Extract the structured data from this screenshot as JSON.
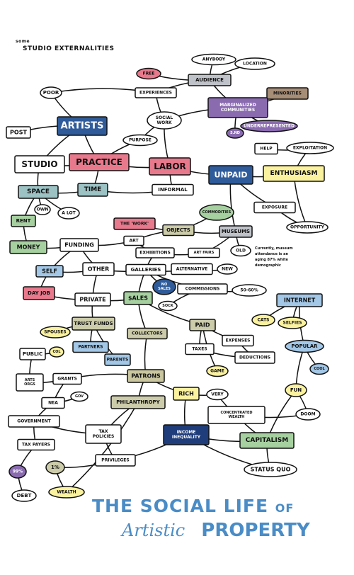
{
  "heading": {
    "small": "some",
    "main": "STUDIO EXTERNALITIES"
  },
  "title": {
    "line1": "THE SOCIAL LIFE",
    "of": "OF",
    "artistic": "Artistic",
    "property": "PROPERTY"
  },
  "colors": {
    "blue": "#2f5b9a",
    "pink": "#e8798c",
    "teal": "#9cc2c4",
    "green": "#a6d0a0",
    "purple": "#8a6bb0",
    "yellow": "#fbf2a0",
    "olive": "#ccccaa",
    "tan": "#c9c6a0",
    "gray": "#bfc3c9",
    "lightblue": "#a3c7e6",
    "brown": "#a68d76",
    "navy": "#1f3d7a",
    "title": "#4a8cc6"
  },
  "nodes": {
    "free": "FREE",
    "anybody": "ANYBODY",
    "location": "LOCATION",
    "audience": "AUDIENCE",
    "poor": "POOR",
    "experiences": "EXPERIENCES",
    "minorities": "MINORITIES",
    "marginalized": "MARGINALIZED COMMUNITIES",
    "artists": "ARTISTS",
    "post": "POST",
    "social_work": "SOCIAL WORK",
    "underrepresented": "UNDERREPRESENTED",
    "purpose": "PURPOSE",
    "s_nd": "S.ND",
    "help": "HELP",
    "exploitation": "EXPLOITATION",
    "studio": "STUDIO",
    "practice": "PRACTICE",
    "labor": "LABOR",
    "unpaid": "UNPAID",
    "enthusiasm": "ENTHUSIASM",
    "space": "SPACE",
    "time": "TIME",
    "informal": "INFORMAL",
    "own": "OWN",
    "a_lot": "A LOT",
    "exposure": "EXPOSURE",
    "rent": "RENT",
    "the_work": "THE 'WORK'",
    "commodities": "COMMODITIES",
    "objects": "OBJECTS",
    "museums": "MUSEUMS",
    "opportunity": "OPPORTUNITY",
    "money": "MONEY",
    "funding": "FUNDING",
    "art": "ART",
    "exhibitions": "EXHIBITIONS",
    "art_fairs": "ART FAIRS",
    "old": "OLD",
    "self": "SELF",
    "other": "OTHER",
    "galleries": "GALLERIES",
    "alternative": "ALTERNATIVE",
    "new": "NEW",
    "day_job": "DAY JOB",
    "no_sales": "NO SALES",
    "commissions": "COMMISSIONS",
    "fifty": "50-60%",
    "private": "PRIVATE",
    "sales": "$ALES",
    "sock": "SOCK",
    "internet": "INTERNET",
    "cats": "CATS",
    "selfies": "SELFIES",
    "trust_funds": "TRUST FUNDS",
    "paid": "PAID",
    "spouses": "SPOUSES",
    "collectors": "COLLECTORS",
    "expenses": "EXPENSES",
    "popular": "POPULAR",
    "public": "PUBLIC",
    "col": "COL",
    "partners": "PARTNERS",
    "taxes": "TAXES",
    "deductions": "DEDUCTIONS",
    "parents": "PARENTS",
    "game": "GAME",
    "cool": "COOL",
    "arts_orgs": "ARTS ORGS",
    "grants": "GRANTS",
    "patrons": "PATRONS",
    "fun": "FUN",
    "nea": "NEA",
    "gov": "GOV",
    "very": "VERY",
    "rich": "RICH",
    "philanthropy": "PHILANTHROPY",
    "government": "GOVERNMENT",
    "concentrated_wealth": "CONCENTRATED WEALTH",
    "doom": "DOOM",
    "tax_policies": "TAX POLICIES",
    "income_inequality": "INCOME INEQUALITY",
    "capitalism": "CAPITALISM",
    "tax_payers": "TAX PAYERS",
    "privileges": "PRIVILEGES",
    "one_pct": "1%",
    "ninety_nine_pct": "99%",
    "status_quo": "STATUS QUO",
    "debt": "DEBT",
    "wealth": "WEALTH"
  },
  "annotation": [
    "Currently, museum",
    "attendance is an",
    "aging 87% white",
    "demographic"
  ]
}
